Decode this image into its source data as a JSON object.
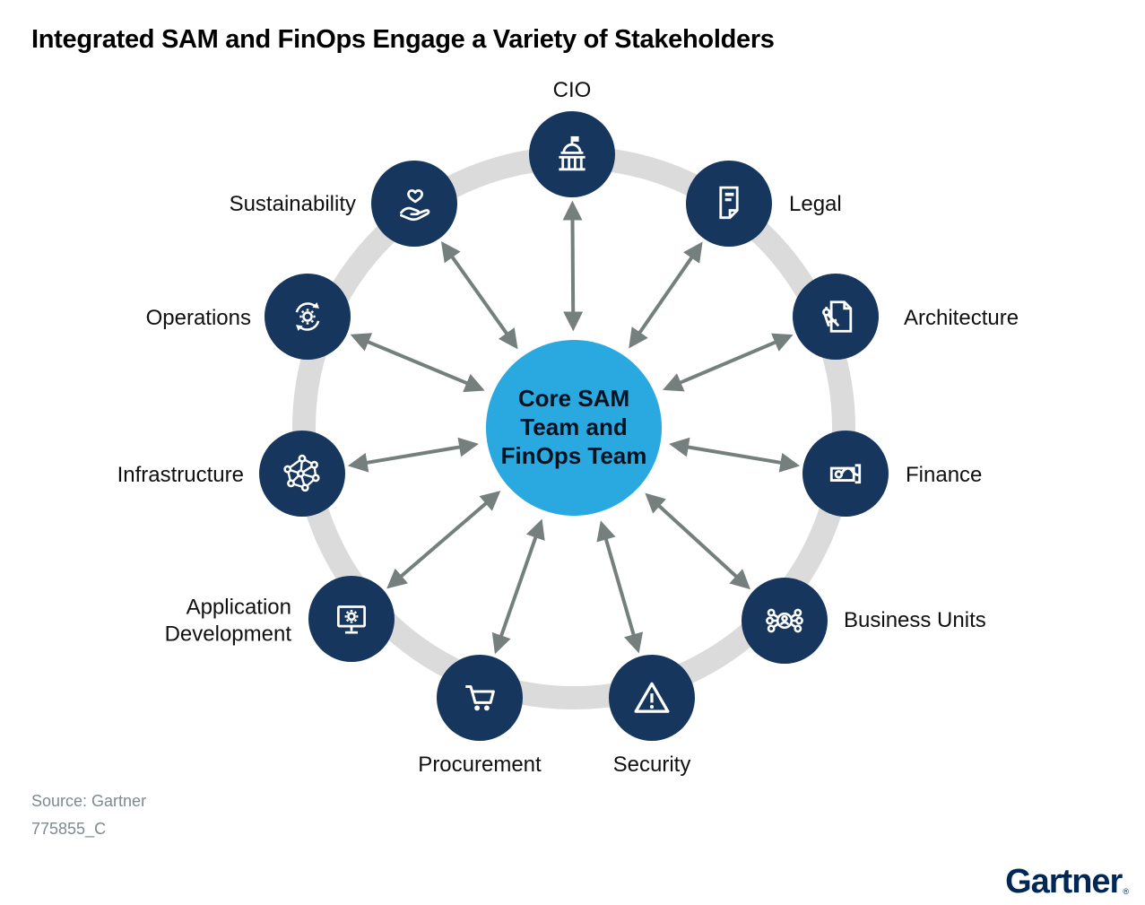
{
  "title": "Integrated SAM and FinOps Engage a Variety of Stakeholders",
  "center": {
    "label": "Core SAM Team and FinOps Team"
  },
  "stakeholders": [
    {
      "label": "CIO",
      "icon": "government-building-icon"
    },
    {
      "label": "Legal",
      "icon": "document-icon"
    },
    {
      "label": "Architecture",
      "icon": "compass-blueprint-icon"
    },
    {
      "label": "Finance",
      "icon": "money-in-hand-icon"
    },
    {
      "label": "Business Units",
      "icon": "person-network-icon"
    },
    {
      "label": "Security",
      "icon": "warning-triangle-icon"
    },
    {
      "label": "Procurement",
      "icon": "shopping-cart-icon"
    },
    {
      "label": "Application Development",
      "icon": "monitor-gear-icon"
    },
    {
      "label": "Infrastructure",
      "icon": "mesh-network-icon"
    },
    {
      "label": "Operations",
      "icon": "gear-refresh-icon"
    },
    {
      "label": "Sustainability",
      "icon": "hand-heart-icon"
    }
  ],
  "footer": {
    "source": "Source: Gartner",
    "document_id": "775855_C",
    "logo": "Gartner",
    "logo_mark": "®"
  },
  "colors": {
    "node_navy": "#16365D",
    "center_blue": "#29A9E0",
    "ring_gray": "#DBDBDB",
    "arrow_gray": "#75807E",
    "logo_navy": "#002856",
    "source_gray": "#7E8A8F"
  }
}
